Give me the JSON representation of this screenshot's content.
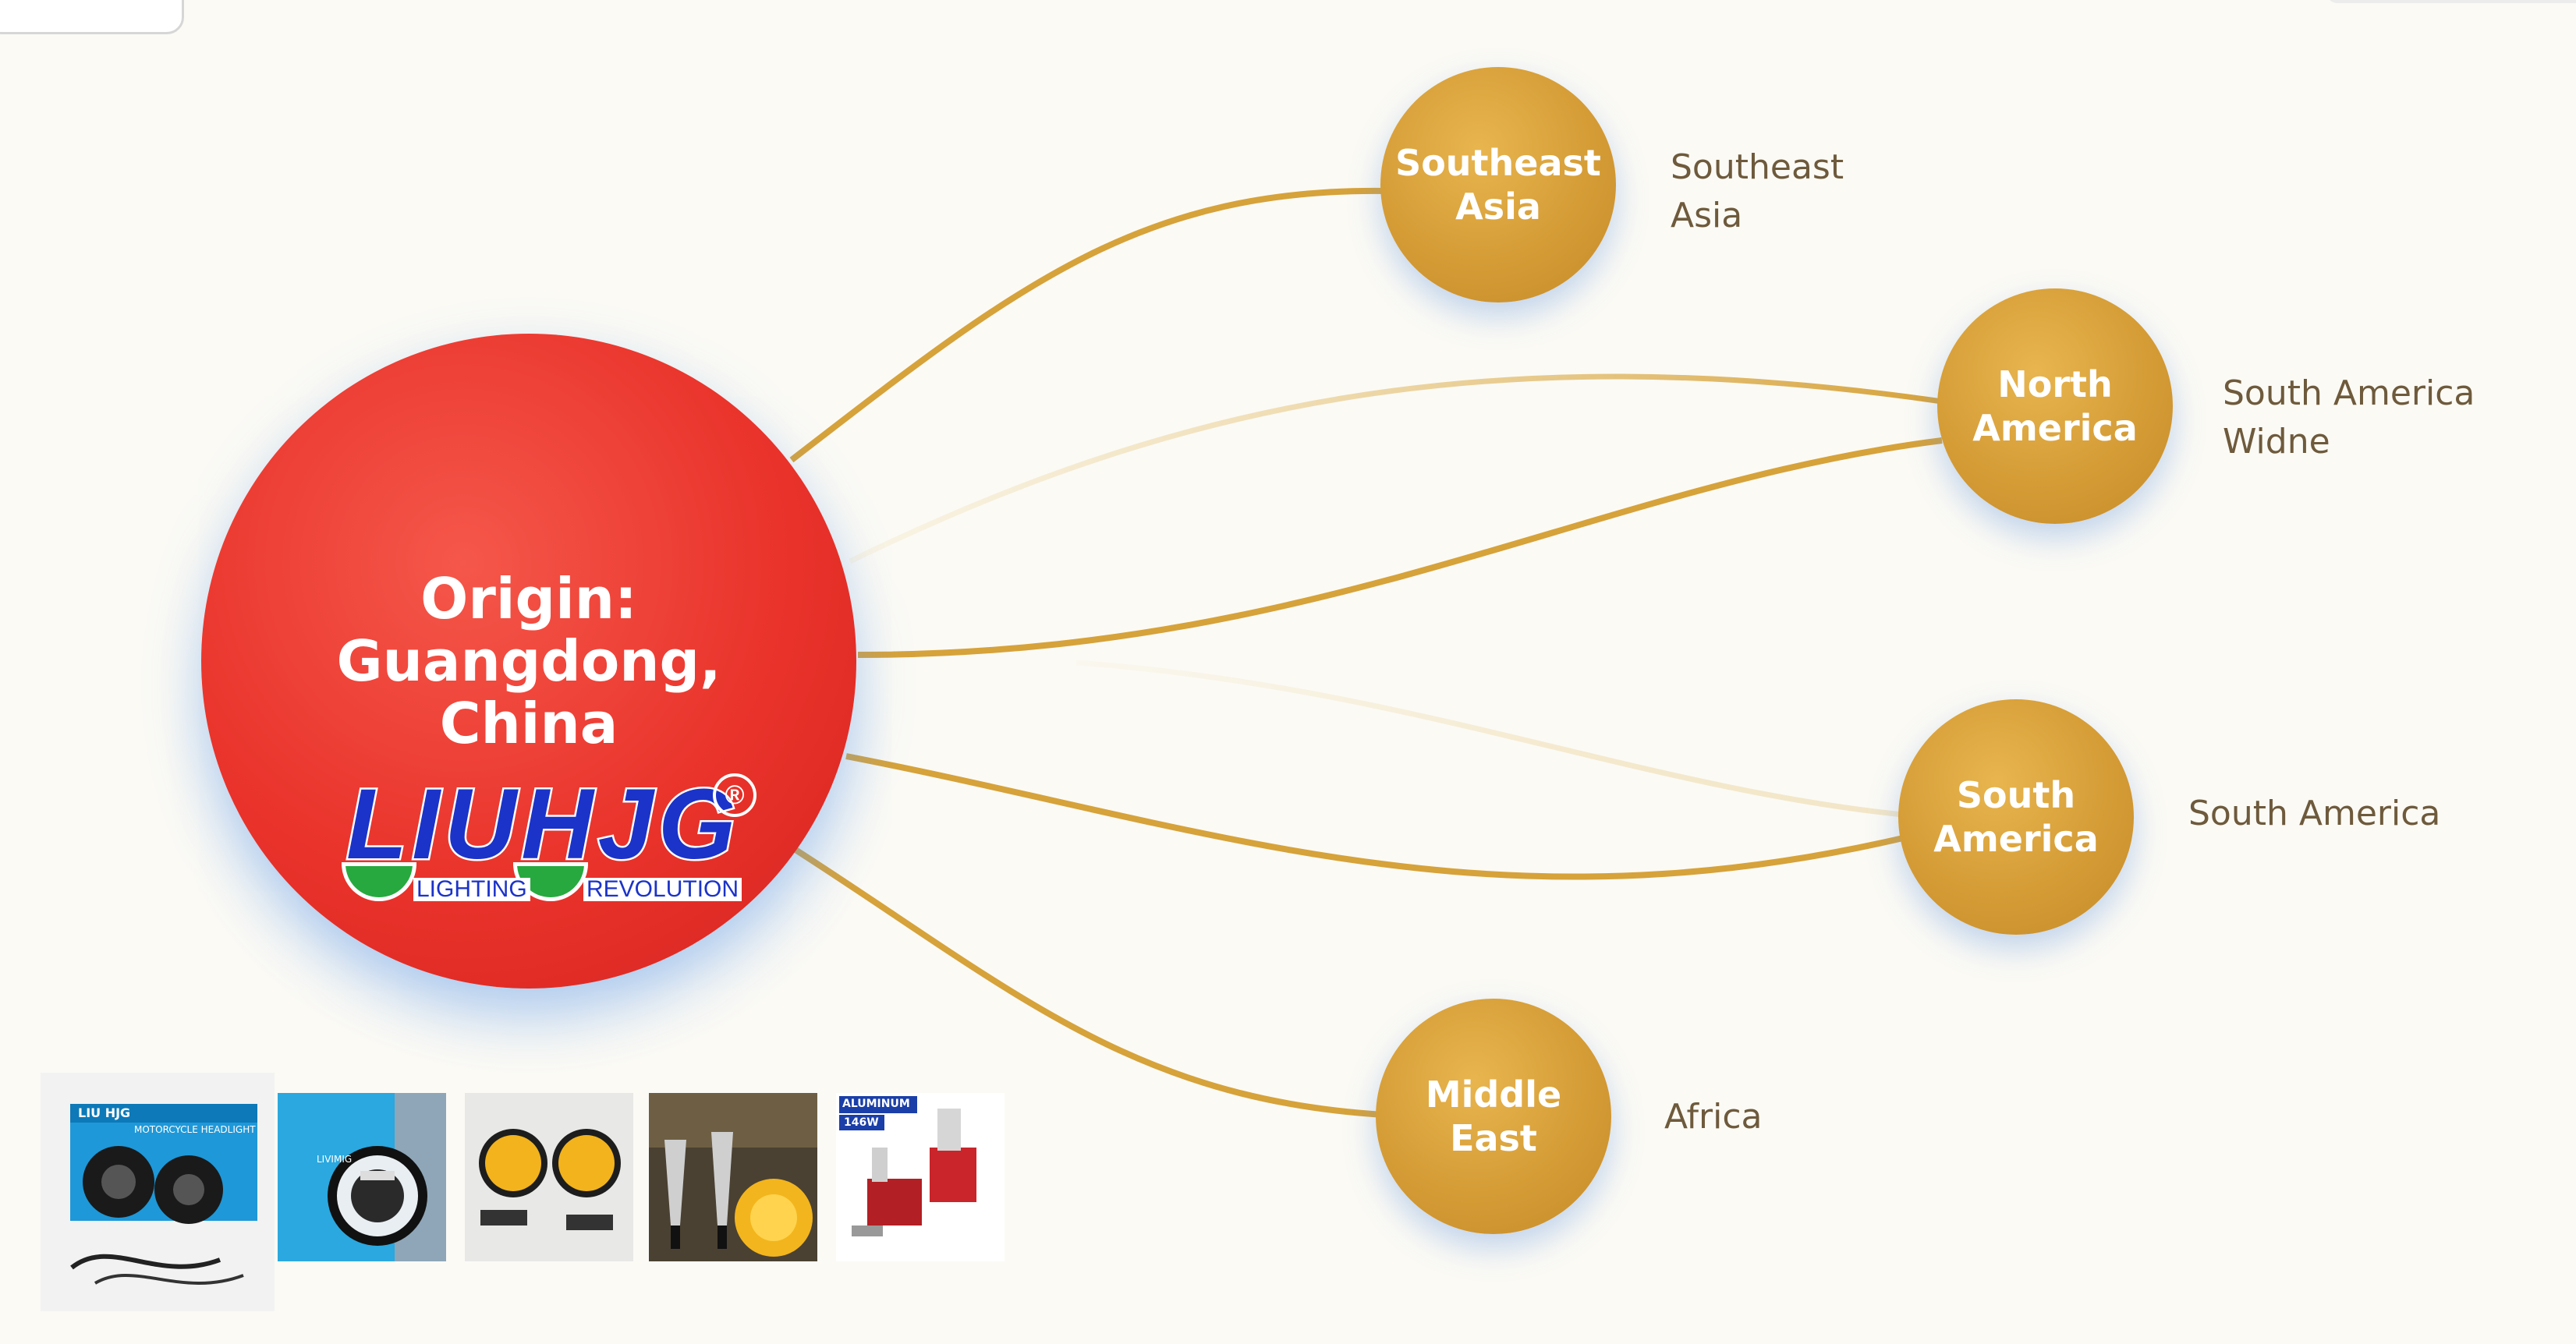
{
  "origin": {
    "title": "Origin:\nGuangdong,\nChina",
    "brand": {
      "name": "LIUHJG",
      "tag_left": "LIGHTING",
      "tag_right": "REVOLUTION",
      "reg_mark": "®"
    }
  },
  "nodes": [
    {
      "id": "southeast-asia",
      "label": "Southeast\nAsia",
      "side_label": "Southeast\nAsia"
    },
    {
      "id": "north-america",
      "label": "North\nAmerica",
      "side_label": "South America\nWidne"
    },
    {
      "id": "south-america",
      "label": "South\nAmerica",
      "side_label": "South America"
    },
    {
      "id": "middle-east",
      "label": "Middle\nEast",
      "side_label": "Africa"
    }
  ],
  "thumbnails": [
    {
      "name": "motorcycle-headlight-kit",
      "badge_top": "LIU HJG",
      "badge_text": "MOTORCYCLE HEADLIGHT"
    },
    {
      "name": "round-led-headlight-box",
      "badge_top": "LIVIMIG",
      "badge_text": ""
    },
    {
      "name": "yellow-fog-lights",
      "badge_top": "",
      "badge_text": ""
    },
    {
      "name": "led-turn-signals",
      "badge_top": "",
      "badge_text": ""
    },
    {
      "name": "led-headlight-bulbs",
      "badge_top": "ALUMINUM",
      "badge_text": "146W"
    }
  ],
  "colors": {
    "origin": "#e9332b",
    "node": "#d59c36",
    "connector": "#d6a23a",
    "brand_blue": "#1b33c9",
    "brand_green": "#27a93f"
  }
}
